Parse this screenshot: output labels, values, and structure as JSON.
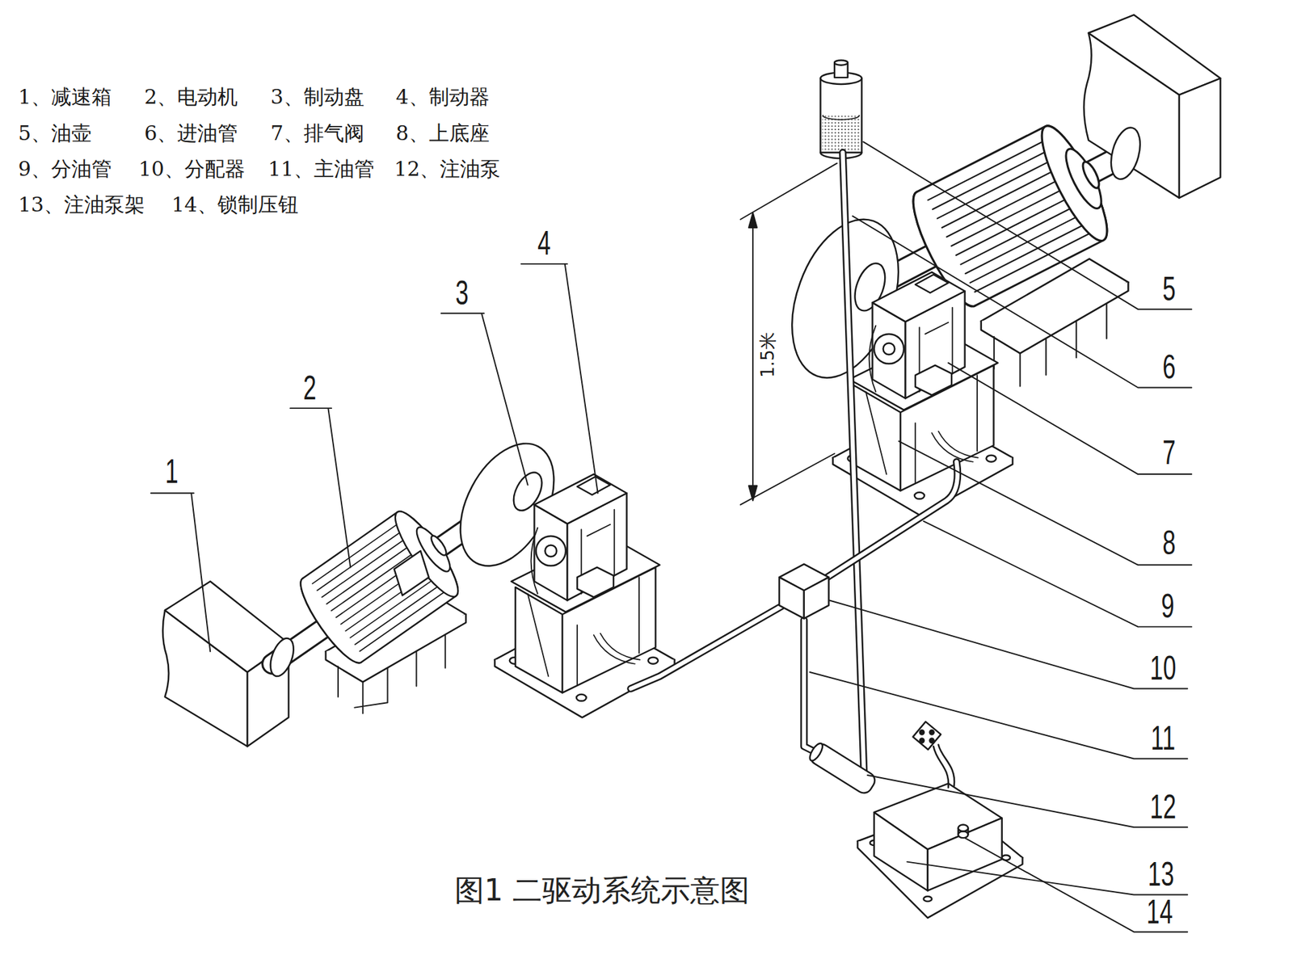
{
  "diagram": {
    "caption": "图1 二驱动系统示意图",
    "labels": [
      "1、减速箱",
      "2、电动机",
      "3、制动盘",
      "4、制动器",
      "5、油壶",
      "6、进油管",
      "7、排气阀",
      "8、上底座",
      "9、分油管",
      "10、分配器",
      "11、主油管",
      "12、注油泵",
      "13、注油泵架",
      "14、锁制压钮",
      "1",
      "2",
      "3",
      "4",
      "5",
      "6",
      "7",
      "8",
      "9",
      "10",
      "11",
      "12",
      "13",
      "14",
      "1.5米"
    ]
  }
}
